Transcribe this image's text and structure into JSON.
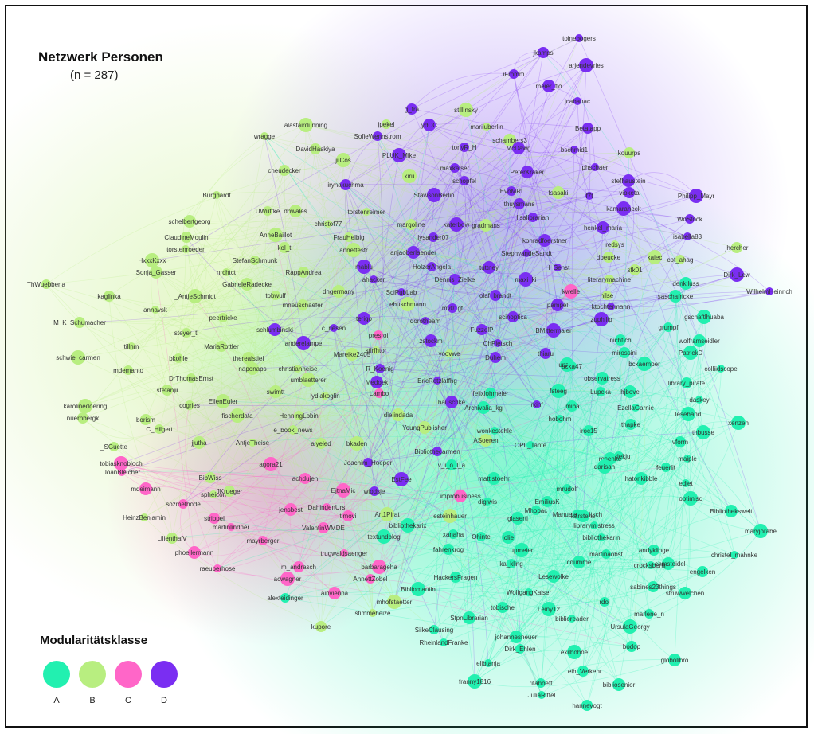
{
  "title": "Netzwerk Personen",
  "subtitle": "(n = 287)",
  "legend": {
    "title": "Modularitätsklasse",
    "items": [
      {
        "label": "A",
        "color": "#22f0b0"
      },
      {
        "label": "B",
        "color": "#b8ee80"
      },
      {
        "label": "C",
        "color": "#ff66c8"
      },
      {
        "label": "D",
        "color": "#7a2ef2"
      }
    ]
  },
  "nodes": [
    {
      "label": "toinebogers",
      "c": "D"
    },
    {
      "label": "jkamps",
      "c": "D"
    },
    {
      "label": "arjendevries",
      "c": "D"
    },
    {
      "label": "iFromm",
      "c": "D"
    },
    {
      "label": "meier_flo",
      "c": "D"
    },
    {
      "label": "jcabanac",
      "c": "D"
    },
    {
      "label": "g_fra",
      "c": "D"
    },
    {
      "label": "stillinsky",
      "c": "B"
    },
    {
      "label": "jpekel",
      "c": "B"
    },
    {
      "label": "ydCC",
      "c": "D"
    },
    {
      "label": "mariluberlin",
      "c": "B"
    },
    {
      "label": "Betatapp",
      "c": "D"
    },
    {
      "label": "alastairdunning",
      "c": "B"
    },
    {
      "label": "SofieWennstrom",
      "c": "D"
    },
    {
      "label": "schambers3",
      "c": "B"
    },
    {
      "label": "wragge",
      "c": "B"
    },
    {
      "label": "DavidHaskiya",
      "c": "B"
    },
    {
      "label": "PLUK_Mike",
      "c": "D"
    },
    {
      "label": "tonyR_H",
      "c": "D"
    },
    {
      "label": "McDawg",
      "c": "D"
    },
    {
      "label": "bschmid1",
      "c": "D"
    },
    {
      "label": "kouurps",
      "c": "B"
    },
    {
      "label": "jilCos",
      "c": "B"
    },
    {
      "label": "maxkaiser",
      "c": "D"
    },
    {
      "label": "PeterKraker",
      "c": "D"
    },
    {
      "label": "phschaer",
      "c": "D"
    },
    {
      "label": "cneudecker",
      "c": "B"
    },
    {
      "label": "kiru",
      "c": "B"
    },
    {
      "label": "schopfel",
      "c": "D"
    },
    {
      "label": "stefhaustein",
      "c": "D"
    },
    {
      "label": "Burghardt",
      "c": "B"
    },
    {
      "label": "irynakuchma",
      "c": "D"
    },
    {
      "label": "StawsonBerlin",
      "c": "D"
    },
    {
      "label": "EvoMRI",
      "c": "D"
    },
    {
      "label": "fsasaki",
      "c": "B"
    },
    {
      "label": "f7t",
      "c": "D"
    },
    {
      "label": "vioketa",
      "c": "D"
    },
    {
      "label": "Philipp_Mayr",
      "c": "D"
    },
    {
      "label": "UWuttke",
      "c": "B"
    },
    {
      "label": "dhwales",
      "c": "B"
    },
    {
      "label": "torstenreimer",
      "c": "B"
    },
    {
      "label": "thuysmans",
      "c": "D"
    },
    {
      "label": "kamaraheck",
      "c": "D"
    },
    {
      "label": "WoStock",
      "c": "D"
    },
    {
      "label": "schelbertgeorg",
      "c": "B"
    },
    {
      "label": "christof77",
      "c": "B"
    },
    {
      "label": "margoline",
      "c": "B"
    },
    {
      "label": "katerbow",
      "c": "D"
    },
    {
      "label": "lisalibrarian",
      "c": "D"
    },
    {
      "label": "henkel_maria",
      "c": "D"
    },
    {
      "label": "isabella83",
      "c": "D"
    },
    {
      "label": "ClaudineMoulin",
      "c": "B"
    },
    {
      "label": "AnneBaillot",
      "c": "B"
    },
    {
      "label": "FrauHelbig",
      "c": "B"
    },
    {
      "label": "gradmans",
      "c": "B"
    },
    {
      "label": "torstenroeder",
      "c": "B"
    },
    {
      "label": "kol_t",
      "c": "B"
    },
    {
      "label": "annettestr",
      "c": "B"
    },
    {
      "label": "lysander07",
      "c": "D"
    },
    {
      "label": "konradfoerstner",
      "c": "D"
    },
    {
      "label": "redsys",
      "c": "B"
    },
    {
      "label": "jhercher",
      "c": "B"
    },
    {
      "label": "HxxxKxxx",
      "c": "B"
    },
    {
      "label": "StefanSchmunk",
      "c": "B"
    },
    {
      "label": "anjaoberlaender",
      "c": "D"
    },
    {
      "label": "StephvandeSandt",
      "c": "D"
    },
    {
      "label": "dbeucke",
      "c": "B"
    },
    {
      "label": "kaiec",
      "c": "B"
    },
    {
      "label": "cpt_ahag",
      "c": "B"
    },
    {
      "label": "Sonja_Gasser",
      "c": "B"
    },
    {
      "label": "nrchtct",
      "c": "B"
    },
    {
      "label": "RappAndrea",
      "c": "B"
    },
    {
      "label": "mablu",
      "c": "D"
    },
    {
      "label": "HolzerAngela",
      "c": "D"
    },
    {
      "label": "tuttney",
      "c": "D"
    },
    {
      "label": "H_Senst",
      "c": "D"
    },
    {
      "label": "sfk01",
      "c": "B"
    },
    {
      "label": "Dirk_Lew",
      "c": "D"
    },
    {
      "label": "ThWuebbena",
      "c": "B"
    },
    {
      "label": "GabrieleRadecke",
      "c": "B"
    },
    {
      "label": "ahacker",
      "c": "D"
    },
    {
      "label": "Dennis_Zielke",
      "c": "D"
    },
    {
      "label": "maxi_ki",
      "c": "D"
    },
    {
      "label": "literarymachine",
      "c": "B"
    },
    {
      "label": "denklluss",
      "c": "A"
    },
    {
      "label": "WilhelmHeinrich",
      "c": "D"
    },
    {
      "label": "kaglinka",
      "c": "B"
    },
    {
      "label": "_AntjeSchmidt",
      "c": "B"
    },
    {
      "label": "tobwulf",
      "c": "B"
    },
    {
      "label": "dngermany",
      "c": "B"
    },
    {
      "label": "SciPubLab",
      "c": "D"
    },
    {
      "label": "olaf_brandt",
      "c": "D"
    },
    {
      "label": "kwelle",
      "c": "C"
    },
    {
      "label": "hilse",
      "c": "B"
    },
    {
      "label": "saschafricke",
      "c": "A"
    },
    {
      "label": "annavsk",
      "c": "B"
    },
    {
      "label": "mneuschaefer",
      "c": "B"
    },
    {
      "label": "ebuschmann",
      "c": "B"
    },
    {
      "label": "mv01gt",
      "c": "D"
    },
    {
      "label": "pampel",
      "c": "D"
    },
    {
      "label": "ktochtermann",
      "c": "D"
    },
    {
      "label": "M_K_Schumacher",
      "c": "B"
    },
    {
      "label": "gschaftlhuaba",
      "c": "A"
    },
    {
      "label": "peertricke",
      "c": "B"
    },
    {
      "label": "terigo",
      "c": "D"
    },
    {
      "label": "dorotheam",
      "c": "D"
    },
    {
      "label": "scinoptica",
      "c": "D"
    },
    {
      "label": "zuphilip",
      "c": "D"
    },
    {
      "label": "steyer_ti",
      "c": "B"
    },
    {
      "label": "schlumbinski",
      "c": "D"
    },
    {
      "label": "c_riesen",
      "c": "D"
    },
    {
      "label": "FuzzelP",
      "c": "D"
    },
    {
      "label": "BMittermaier",
      "c": "D"
    },
    {
      "label": "grumpf",
      "c": "A"
    },
    {
      "label": "wolframseidler",
      "c": "A"
    },
    {
      "label": "tillnm",
      "c": "B"
    },
    {
      "label": "MariaRottler",
      "c": "B"
    },
    {
      "label": "anderelampe",
      "c": "D"
    },
    {
      "label": "presroi",
      "c": "C"
    },
    {
      "label": "zstockm",
      "c": "D"
    },
    {
      "label": "ChPietsch",
      "c": "D"
    },
    {
      "label": "nichtich",
      "c": "A"
    },
    {
      "label": "schwie_carmen",
      "c": "B"
    },
    {
      "label": "bkohle",
      "c": "B"
    },
    {
      "label": "therealstief",
      "c": "B"
    },
    {
      "label": "stirfhtor",
      "c": "B"
    },
    {
      "label": "mirossini",
      "c": "A"
    },
    {
      "label": "PatrickD",
      "c": "A"
    },
    {
      "label": "mdemanto",
      "c": "B"
    },
    {
      "label": "Mareike2405",
      "c": "B"
    },
    {
      "label": "yoovwe",
      "c": "B"
    },
    {
      "label": "thiaru",
      "c": "D"
    },
    {
      "label": "bckaemper",
      "c": "A"
    },
    {
      "label": "DrThomasErnst",
      "c": "B"
    },
    {
      "label": "naponaps",
      "c": "B"
    },
    {
      "label": "christianheise",
      "c": "B"
    },
    {
      "label": "Duhem",
      "c": "D"
    },
    {
      "label": "unzeit",
      "c": "A"
    },
    {
      "label": "acka47",
      "c": "A"
    },
    {
      "label": "observatress",
      "c": "A"
    },
    {
      "label": "colliidscope",
      "c": "A"
    },
    {
      "label": "stefanjii",
      "c": "B"
    },
    {
      "label": "umblaetterer",
      "c": "B"
    },
    {
      "label": "R_Koenig",
      "c": "D"
    },
    {
      "label": "Medoek",
      "c": "D"
    },
    {
      "label": "EricRetzlaffhg",
      "c": "D"
    },
    {
      "label": "library_pirate",
      "c": "A"
    },
    {
      "label": "karolinedoering",
      "c": "B"
    },
    {
      "label": "cogries",
      "c": "B"
    },
    {
      "label": "swimtt",
      "c": "B"
    },
    {
      "label": "lydiakoglin",
      "c": "B"
    },
    {
      "label": "felixlohmeier",
      "c": "A"
    },
    {
      "label": "fsteeg",
      "c": "A"
    },
    {
      "label": "Lupcka",
      "c": "A"
    },
    {
      "label": "hjbove",
      "c": "A"
    },
    {
      "label": "daskey",
      "c": "A"
    },
    {
      "label": "borism",
      "c": "B"
    },
    {
      "label": "EllenEuler",
      "c": "B"
    },
    {
      "label": "Lambo",
      "c": "C"
    },
    {
      "label": "hauschke",
      "c": "D"
    },
    {
      "label": "EzellaGarnie",
      "c": "A"
    },
    {
      "label": "nuernbergk",
      "c": "B"
    },
    {
      "label": "fischerdata",
      "c": "B"
    },
    {
      "label": "HenningLobin",
      "c": "B"
    },
    {
      "label": "dielindada",
      "c": "B"
    },
    {
      "label": "rkinf",
      "c": "D"
    },
    {
      "label": "jmiba",
      "c": "A"
    },
    {
      "label": "leseband",
      "c": "A"
    },
    {
      "label": "C_Hilgert",
      "c": "B"
    },
    {
      "label": "Archivalia_kg",
      "c": "A"
    },
    {
      "label": "hobohm",
      "c": "A"
    },
    {
      "label": "thapke",
      "c": "A"
    },
    {
      "label": "xenzen",
      "c": "A"
    },
    {
      "label": "e_book_news",
      "c": "B"
    },
    {
      "label": "YoungPublisher",
      "c": "B"
    },
    {
      "label": "wonkestehle",
      "c": "A"
    },
    {
      "label": "iroc15",
      "c": "A"
    },
    {
      "label": "thbusse",
      "c": "A"
    },
    {
      "label": "_SGuette",
      "c": "B"
    },
    {
      "label": "jjutha",
      "c": "B"
    },
    {
      "label": "AntjeTheise",
      "c": "B"
    },
    {
      "label": "alyeled",
      "c": "B"
    },
    {
      "label": "bkaden",
      "c": "B"
    },
    {
      "label": "Bibliothecarmen",
      "c": "D"
    },
    {
      "label": "ASoeren",
      "c": "B"
    },
    {
      "label": "OPL_Tante",
      "c": "A"
    },
    {
      "label": "vform",
      "c": "A"
    },
    {
      "label": "tobiasknobloch",
      "c": "C"
    },
    {
      "label": "susiekju",
      "c": "A"
    },
    {
      "label": "rosenke",
      "c": "A"
    },
    {
      "label": "JoanBleicher",
      "c": "C"
    },
    {
      "label": "BibWiss",
      "c": "B"
    },
    {
      "label": "agora21",
      "c": "C"
    },
    {
      "label": "Joachim_Hoeper",
      "c": "D"
    },
    {
      "label": "mattistoehr",
      "c": "A"
    },
    {
      "label": "maiple",
      "c": "A"
    },
    {
      "label": "v_i_o_l_a",
      "c": "A"
    },
    {
      "label": "darisan",
      "c": "A"
    },
    {
      "label": "feuerlit",
      "c": "A"
    },
    {
      "label": "mdeimann",
      "c": "C"
    },
    {
      "label": "spheicon",
      "c": "B"
    },
    {
      "label": "achdujeh",
      "c": "C"
    },
    {
      "label": "EstFee",
      "c": "D"
    },
    {
      "label": "mrudolf",
      "c": "A"
    },
    {
      "label": "hatorikibble",
      "c": "A"
    },
    {
      "label": "ediet",
      "c": "A"
    },
    {
      "label": "JKrueger",
      "c": "B"
    },
    {
      "label": "EjtnaMic",
      "c": "C"
    },
    {
      "label": "wiodsje",
      "c": "D"
    },
    {
      "label": "improbusiness",
      "c": "C"
    },
    {
      "label": "digiwis",
      "c": "A"
    },
    {
      "label": "EmiliusK",
      "c": "A"
    },
    {
      "label": "optimisc",
      "c": "A"
    },
    {
      "label": "sozmethode",
      "c": "C"
    },
    {
      "label": "jensbest",
      "c": "C"
    },
    {
      "label": "DahindenUrs",
      "c": "C"
    },
    {
      "label": "timovi",
      "c": "C"
    },
    {
      "label": "Art1Pirat",
      "c": "B"
    },
    {
      "label": "ManuelaQueitsch",
      "c": "A"
    },
    {
      "label": "karstens",
      "c": "A"
    },
    {
      "label": "HeinzBenjamin",
      "c": "B"
    },
    {
      "label": "strippel",
      "c": "C"
    },
    {
      "label": "esteinhauer",
      "c": "B"
    },
    {
      "label": "Mhopac",
      "c": "A"
    },
    {
      "label": "Bibliothekswelt",
      "c": "A"
    },
    {
      "label": "martinlindner",
      "c": "C"
    },
    {
      "label": "ValentinWMDE",
      "c": "C"
    },
    {
      "label": "bibliothekarix",
      "c": "A"
    },
    {
      "label": "xanaha",
      "c": "A"
    },
    {
      "label": "glaserti",
      "c": "A"
    },
    {
      "label": "librarymistress",
      "c": "A"
    },
    {
      "label": "LilienthalV",
      "c": "B"
    },
    {
      "label": "textundblog",
      "c": "A"
    },
    {
      "label": "Ohinte",
      "c": "A"
    },
    {
      "label": "jolie",
      "c": "A"
    },
    {
      "label": "bibliothekarin",
      "c": "A"
    },
    {
      "label": "andyklinge",
      "c": "A"
    },
    {
      "label": "maryjorabe",
      "c": "A"
    },
    {
      "label": "mayrberger",
      "c": "C"
    },
    {
      "label": "phoellermann",
      "c": "C"
    },
    {
      "label": "trugwaldsaenger",
      "c": "C"
    },
    {
      "label": "fahrenkrog",
      "c": "A"
    },
    {
      "label": "upmeier",
      "c": "A"
    },
    {
      "label": "martinaobst",
      "c": "A"
    },
    {
      "label": "behmsteidel",
      "c": "A"
    },
    {
      "label": "raeuberhose",
      "c": "C"
    },
    {
      "label": "m_andrasch",
      "c": "C"
    },
    {
      "label": "barbarageha",
      "c": "C"
    },
    {
      "label": "ka_kling",
      "c": "A"
    },
    {
      "label": "cdumme",
      "c": "A"
    },
    {
      "label": "christel_mahnke",
      "c": "A"
    },
    {
      "label": "HackersFragen",
      "c": "A"
    },
    {
      "label": "acwagner",
      "c": "C"
    },
    {
      "label": "AnnettZobel",
      "c": "C"
    },
    {
      "label": "Lesewolke",
      "c": "A"
    },
    {
      "label": "crocksberlin",
      "c": "A"
    },
    {
      "label": "engelken",
      "c": "A"
    },
    {
      "label": "Bibliomantin",
      "c": "A"
    },
    {
      "label": "alexteidinger",
      "c": "A"
    },
    {
      "label": "ainvienna",
      "c": "C"
    },
    {
      "label": "WolfgangKaiser",
      "c": "A"
    },
    {
      "label": "sabines23things",
      "c": "A"
    },
    {
      "label": "mhofstaetter",
      "c": "B"
    },
    {
      "label": "rdol",
      "c": "A"
    },
    {
      "label": "struwwelchen",
      "c": "A"
    },
    {
      "label": "stimmeheize",
      "c": "B"
    },
    {
      "label": "tobische",
      "c": "A"
    },
    {
      "label": "Leiny12",
      "c": "A"
    },
    {
      "label": "marlene_n",
      "c": "A"
    },
    {
      "label": "StpnLibrarian",
      "c": "A"
    },
    {
      "label": "biblioreader",
      "c": "A"
    },
    {
      "label": "kupore",
      "c": "B"
    },
    {
      "label": "UrsulaGeorgy",
      "c": "A"
    },
    {
      "label": "SilkeClausing",
      "c": "A"
    },
    {
      "label": "johannesneuer",
      "c": "A"
    },
    {
      "label": "RheinlandFranke",
      "c": "A"
    },
    {
      "label": "bodop",
      "c": "A"
    },
    {
      "label": "exilbohne",
      "c": "A"
    },
    {
      "label": "Dirk_Ehlen",
      "c": "A"
    },
    {
      "label": "globolibro",
      "c": "A"
    },
    {
      "label": "elibtanja",
      "c": "A"
    },
    {
      "label": "Leih_Verkehr",
      "c": "A"
    },
    {
      "label": "franny1816",
      "c": "A"
    },
    {
      "label": "ritahoeft",
      "c": "A"
    },
    {
      "label": "bibliosenior",
      "c": "A"
    },
    {
      "label": "JuliaRittel",
      "c": "A"
    },
    {
      "label": "hannevogt",
      "c": "A"
    }
  ]
}
